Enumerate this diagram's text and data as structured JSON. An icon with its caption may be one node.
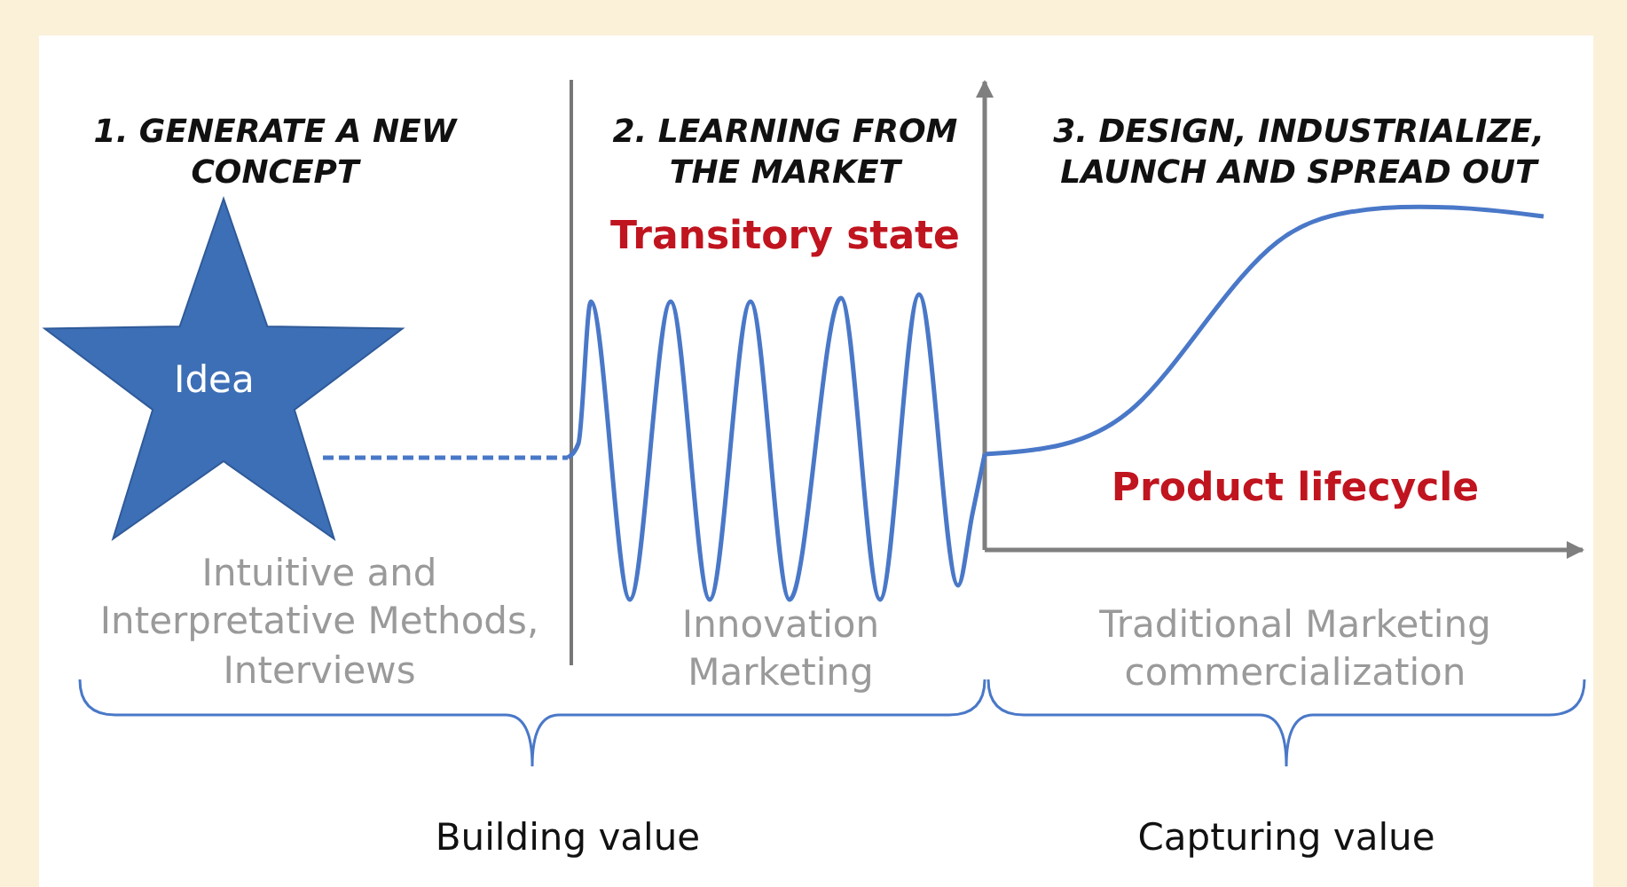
{
  "diagram": {
    "nodes": [
      {
        "text": [
          "Idea"
        ]
      }
    ],
    "labels": [
      "1. GENERATE A NEW CONCEPT",
      "2. LEARNING FROM THE MARKET",
      "3. DESIGN, INDUSTRIALIZE, LAUNCH AND SPREAD OUT",
      "Transitory state",
      "Product lifecycle",
      "Intuitive and Interpretative Methods, Interviews",
      "Innovation Marketing",
      "Traditional Marketing commercialization",
      "Building value",
      "Capturing value"
    ]
  }
}
